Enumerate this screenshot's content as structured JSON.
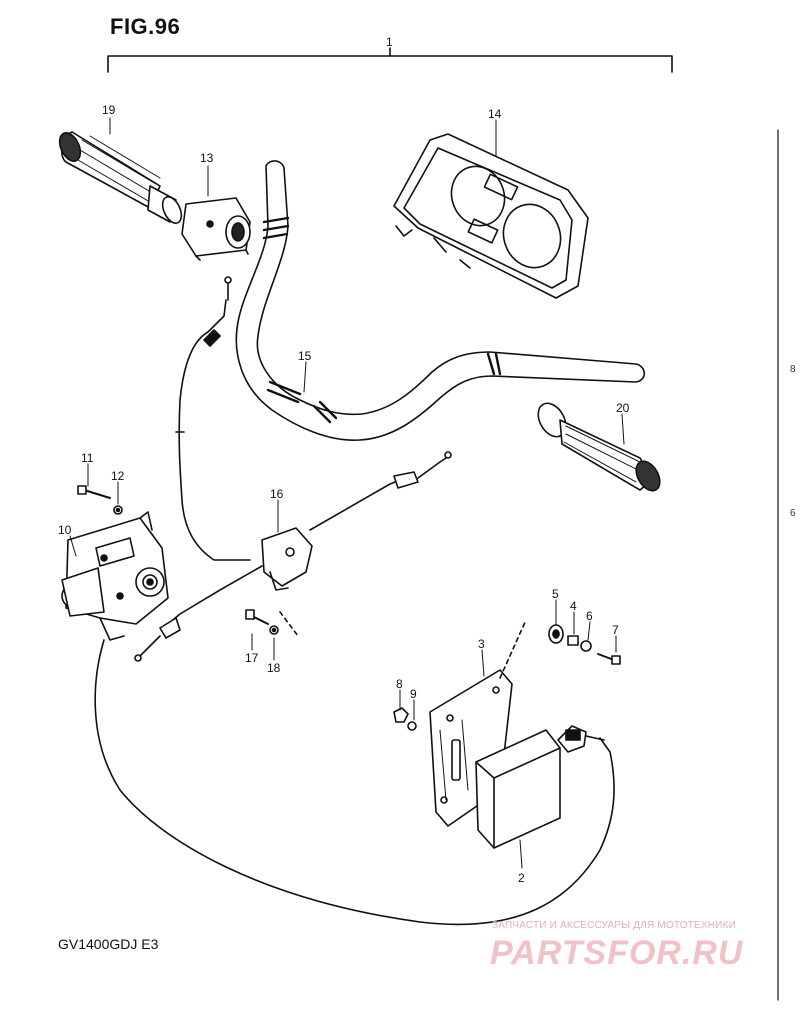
{
  "figure": {
    "title": "FIG.96",
    "model_code": "GV1400GDJ  E3",
    "assembly_number": "1"
  },
  "callouts": {
    "c1": "1",
    "c2": "2",
    "c3": "3",
    "c4": "4",
    "c5": "5",
    "c6": "6",
    "c7": "7",
    "c8": "8",
    "c9": "9",
    "c10": "10",
    "c11": "11",
    "c12": "12",
    "c13": "13",
    "c14": "14",
    "c15": "15",
    "c16": "16",
    "c17": "17",
    "c18": "18",
    "c19": "19",
    "c20": "20"
  },
  "watermark": {
    "tagline": "ЗАПЧАСТИ И АКСЕССУАРЫ ДЛЯ МОТОТЕХНИКИ",
    "logo": "PARTSFOR.RU"
  },
  "right_edge_marks": [
    "8",
    "6"
  ],
  "colors": {
    "ink": "#111111",
    "paper": "#ffffff",
    "watermark": "#f1c1c6"
  }
}
